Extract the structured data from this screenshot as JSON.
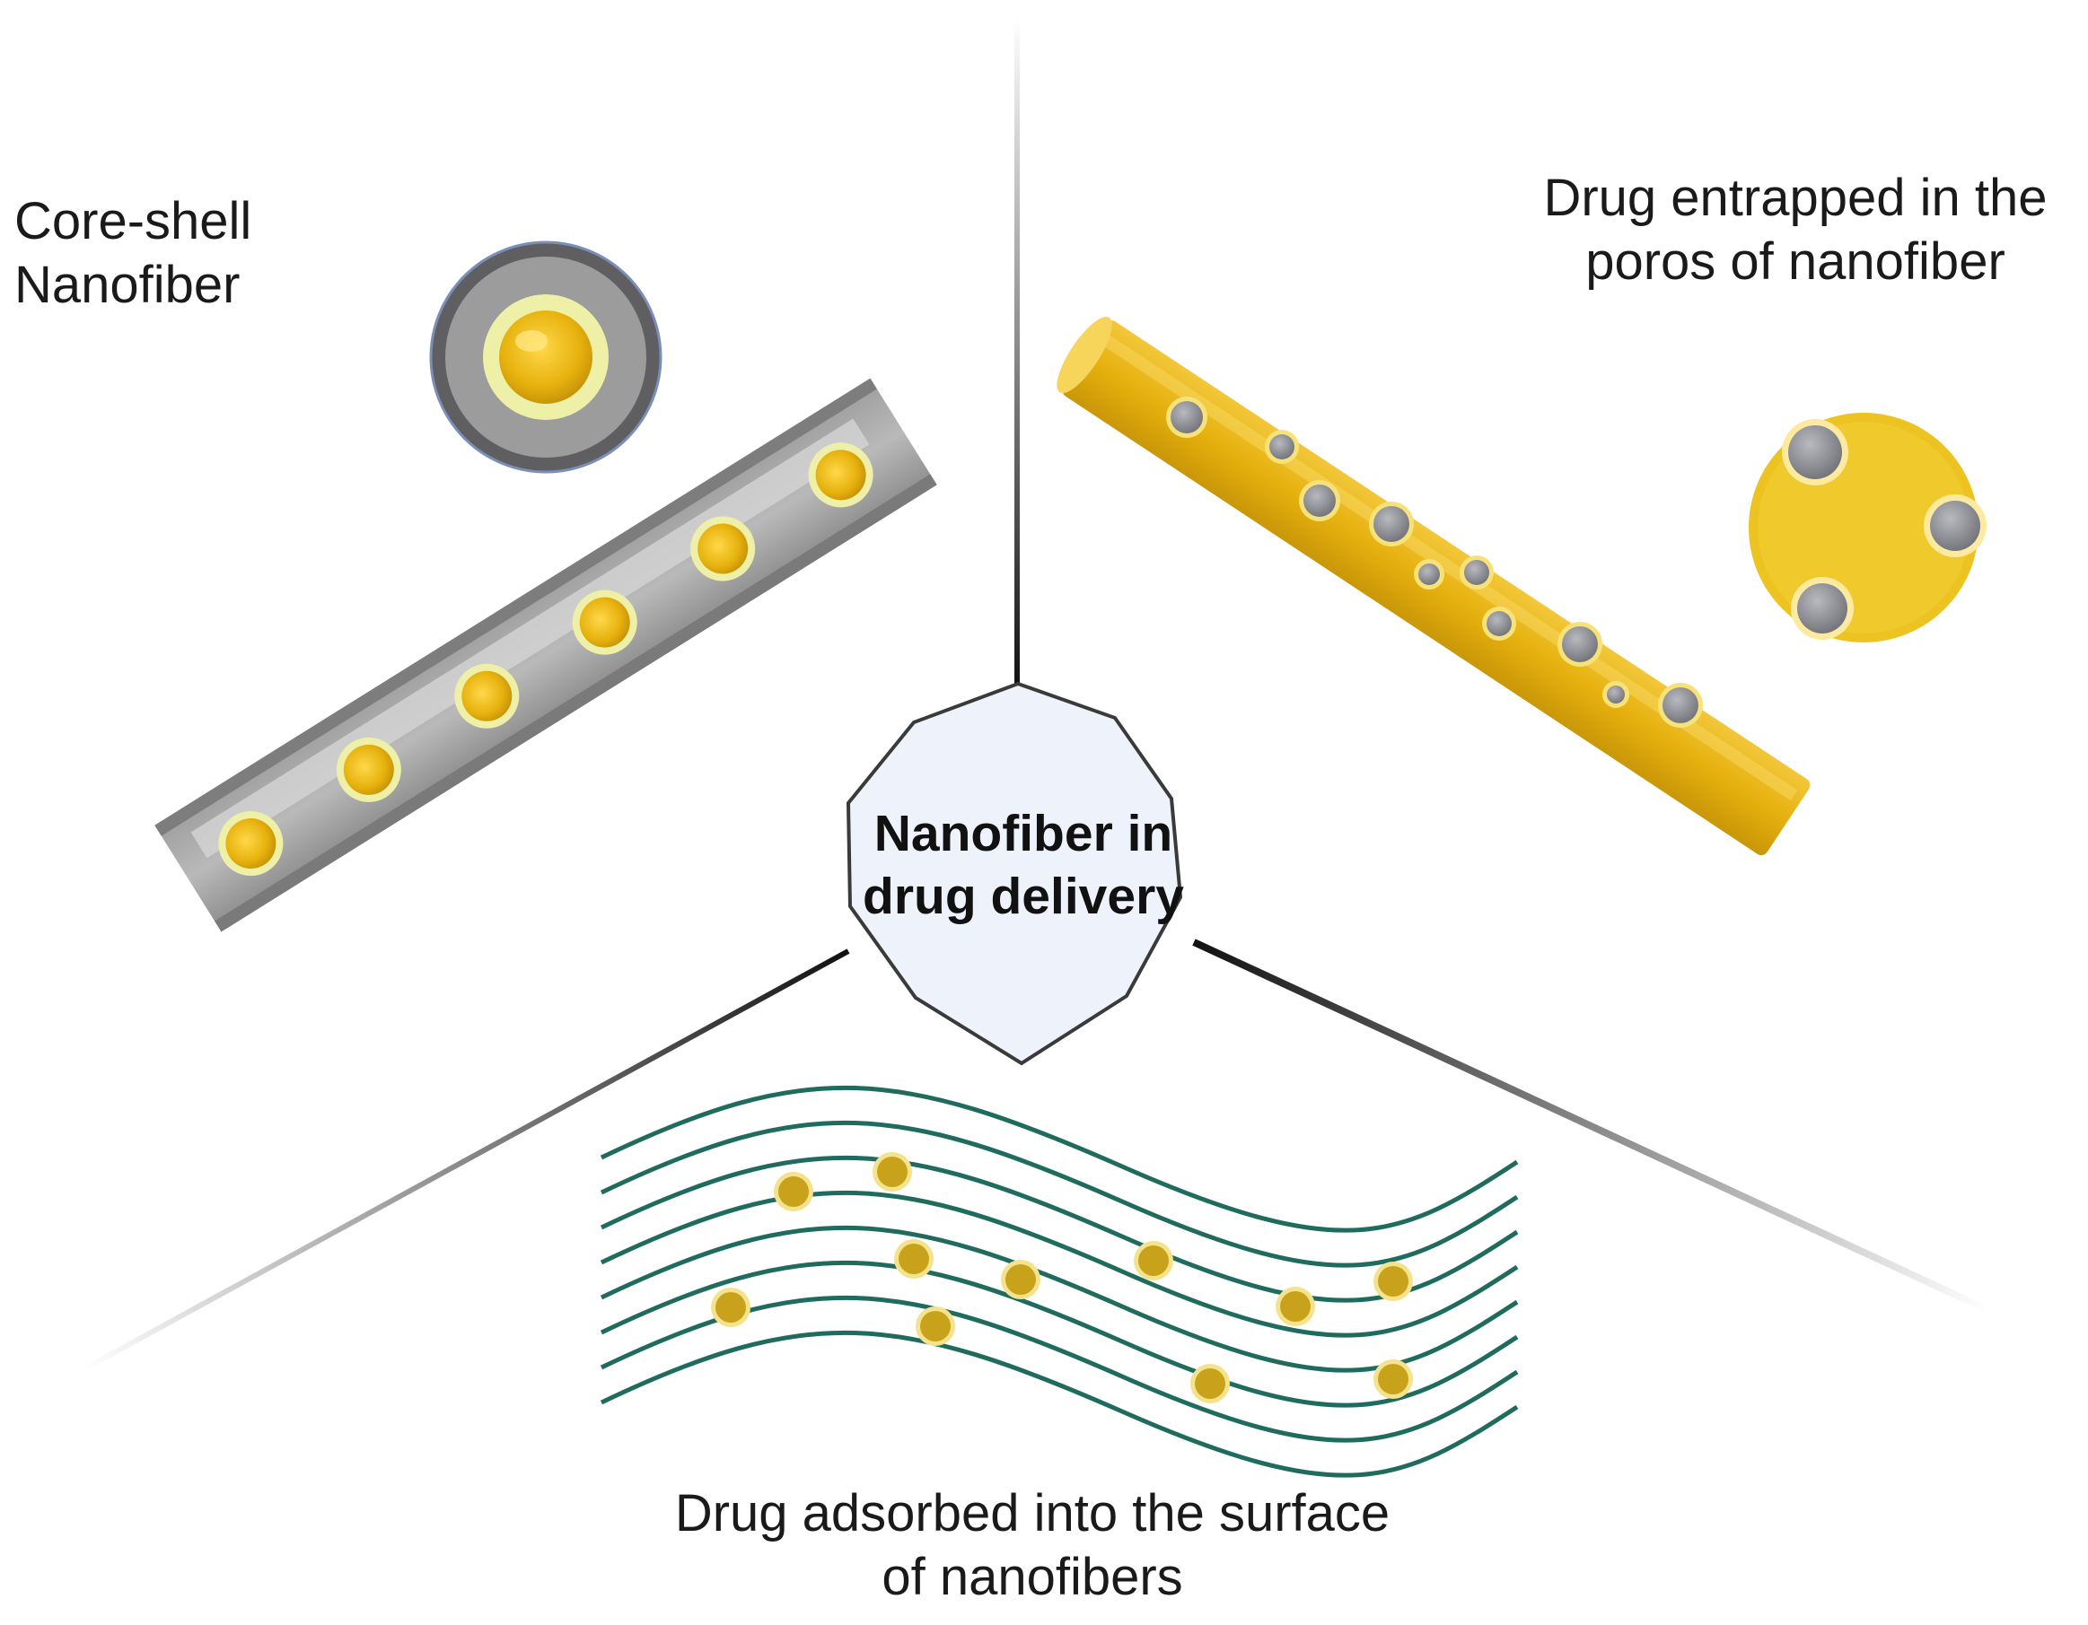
{
  "diagram": {
    "center_title": {
      "line1": "Nanofiber in",
      "line2": "drug delivery"
    },
    "panels": [
      {
        "id": "core-shell",
        "line1": "Core-shell",
        "line2": "Nanofiber"
      },
      {
        "id": "entrapped",
        "line1": "Drug entrapped in the",
        "line2": "poros of nanofiber"
      },
      {
        "id": "adsorbed",
        "line1": "Drug adsorbed into the surface",
        "line2": "of nanofibers"
      }
    ]
  },
  "colors": {
    "drug_gold": "#e9b10f",
    "shell_gray": "#9a9a9a",
    "shell_dark": "#6a6a6a",
    "fiber_yellow": "#e6b515",
    "pore_gray": "#8e9096",
    "fiber_green": "#1f6b5e",
    "adsorbed_dot": "#c9a21c",
    "center_fill": "#eef3fb",
    "center_stroke": "#3a3a3a",
    "divider": "#1a1a1a"
  }
}
